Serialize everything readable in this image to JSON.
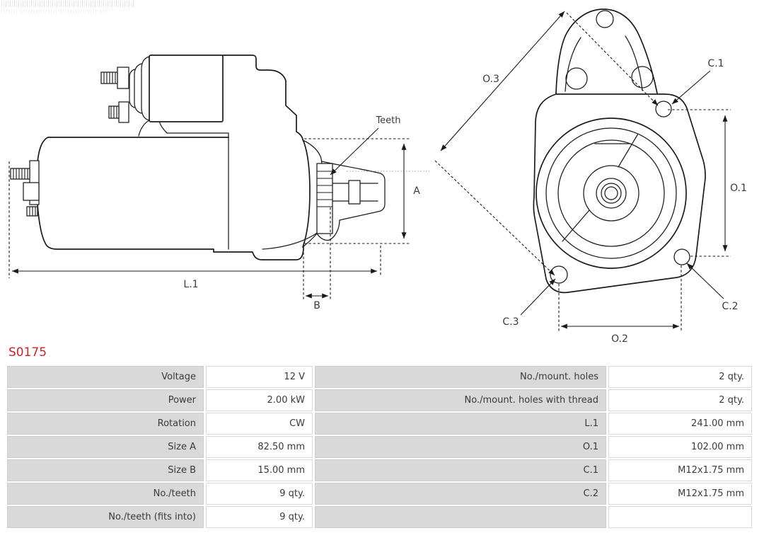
{
  "part_number": "S0175",
  "colors": {
    "part_number_red": "#c3272b",
    "table_label_bg": "#d9d9d9",
    "line_color": "#1b1b1b"
  },
  "diagram": {
    "side_view": {
      "teeth_label": "Teeth",
      "dim_a": "A",
      "dim_l1": "L.1",
      "dim_b": "B"
    },
    "front_view": {
      "dim_o3": "O.3",
      "dim_c1": "C.1",
      "dim_o1": "O.1",
      "dim_c2": "C.2",
      "dim_c3": "C.3",
      "dim_o2": "O.2"
    }
  },
  "table": {
    "rows": [
      {
        "label_left": "Voltage",
        "value_left": "12 V",
        "label_right": "No./mount. holes",
        "value_right": "2 qty."
      },
      {
        "label_left": "Power",
        "value_left": "2.00 kW",
        "label_right": "No./mount. holes with thread",
        "value_right": "2 qty."
      },
      {
        "label_left": "Rotation",
        "value_left": "CW",
        "label_right": "L.1",
        "value_right": "241.00 mm"
      },
      {
        "label_left": "Size A",
        "value_left": "82.50 mm",
        "label_right": "O.1",
        "value_right": "102.00 mm"
      },
      {
        "label_left": "Size B",
        "value_left": "15.00 mm",
        "label_right": "C.1",
        "value_right": "M12x1.75 mm"
      },
      {
        "label_left": "No./teeth",
        "value_left": "9 qty.",
        "label_right": "C.2",
        "value_right": "M12x1.75 mm"
      },
      {
        "label_left": "No./teeth (fits into)",
        "value_left": "9 qty.",
        "label_right": "",
        "value_right": ""
      }
    ]
  }
}
